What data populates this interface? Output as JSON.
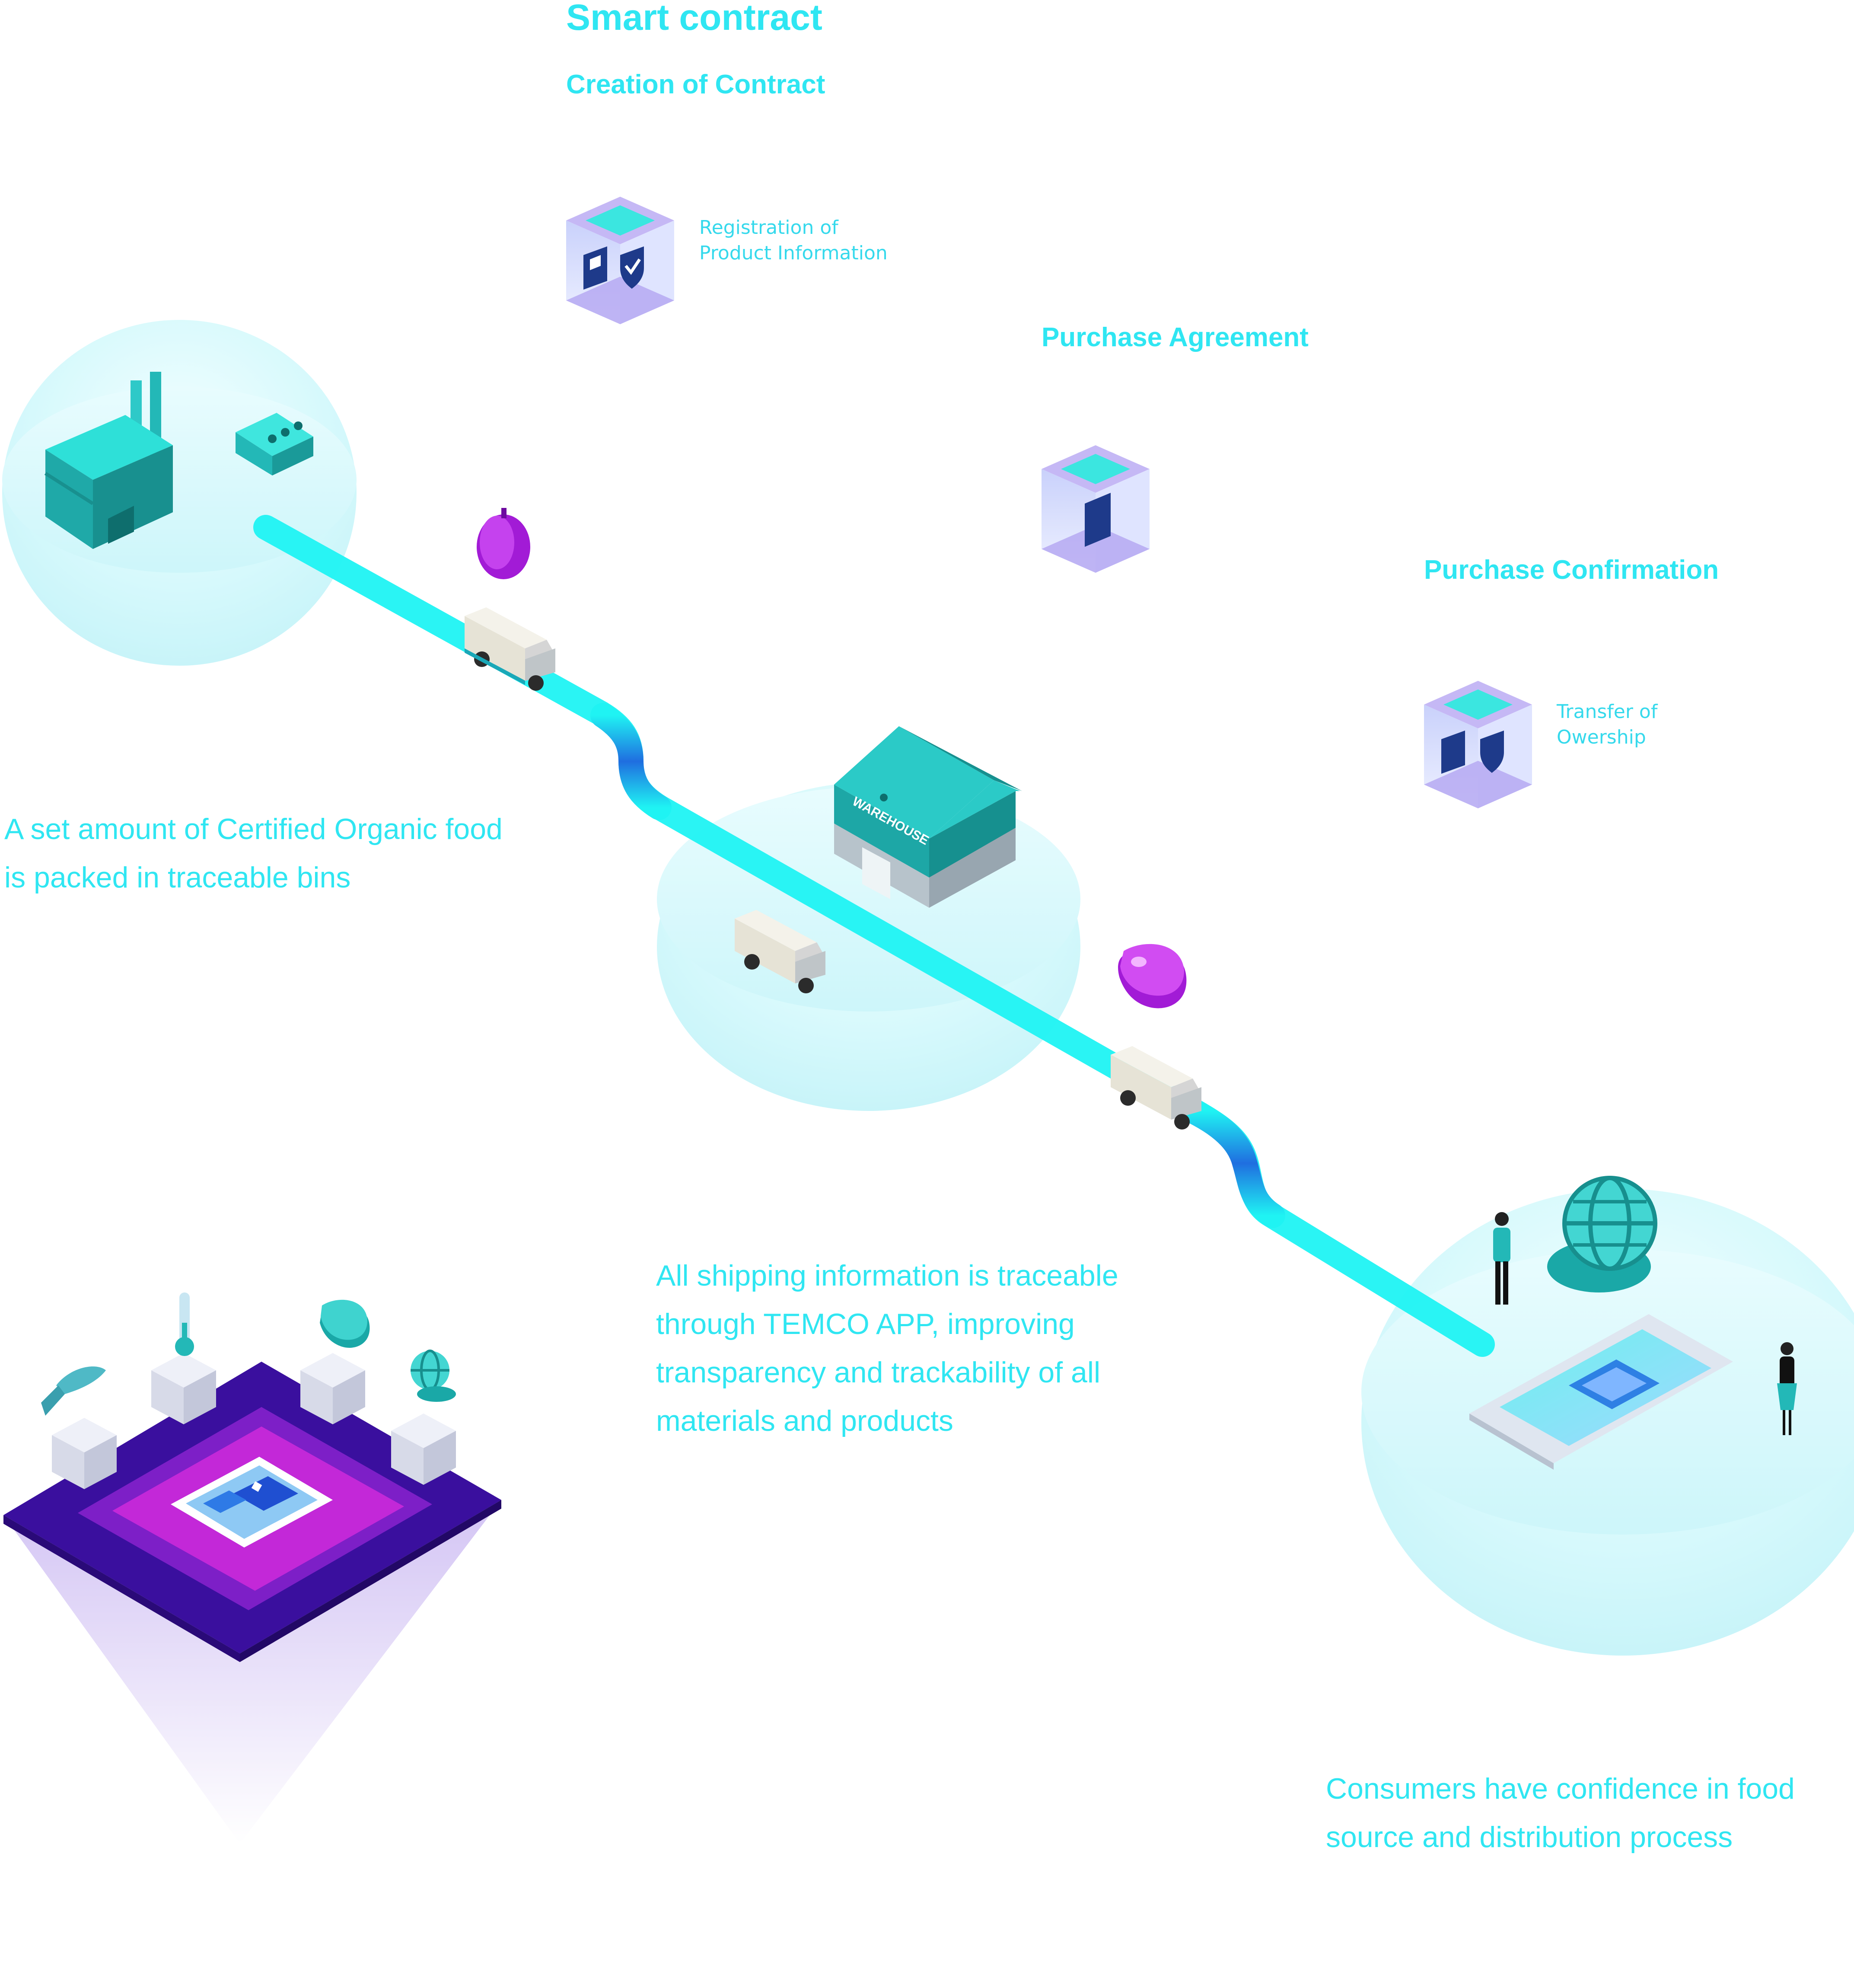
{
  "title": "Smart contract",
  "steps": {
    "creation": {
      "heading": "Creation of Contract",
      "caption": [
        "Registration of",
        "Product Information"
      ]
    },
    "agreement": {
      "heading": "Purchase Agreement"
    },
    "confirmation": {
      "heading": "Purchase Confirmation",
      "caption": [
        "Transfer of",
        "Owership"
      ]
    }
  },
  "descriptions": {
    "producer": [
      "A set amount of Certified Organic food",
      "is packed in traceable bins"
    ],
    "shipping": [
      "All shipping information is traceable",
      "through TEMCO APP, improving",
      "transparency and trackability of all",
      "materials and products"
    ],
    "consumer": [
      "Consumers have confidence in food",
      "source and distribution process"
    ]
  },
  "warehouse_label": "WAREHOUSE",
  "icons": [
    "factory-icon",
    "machine-icon",
    "apple-icon",
    "truck-icon",
    "warehouse-icon",
    "meat-icon",
    "globe-icon",
    "smartphone-icon",
    "person-icon",
    "fish-icon",
    "thermometer-icon",
    "qr-code-icon",
    "cube-icon",
    "shield-check-icon",
    "document-icon"
  ],
  "colors": {
    "accent_text": "#2fe6f2",
    "path": "#1ff3f3",
    "path_dip": "#1f6ee0",
    "platform": "#dffbfd",
    "teal_object": "#23b8b7",
    "purple_object": "#a21bd6",
    "base_dark": "#3a0f9e",
    "base_magenta": "#c328d8"
  }
}
